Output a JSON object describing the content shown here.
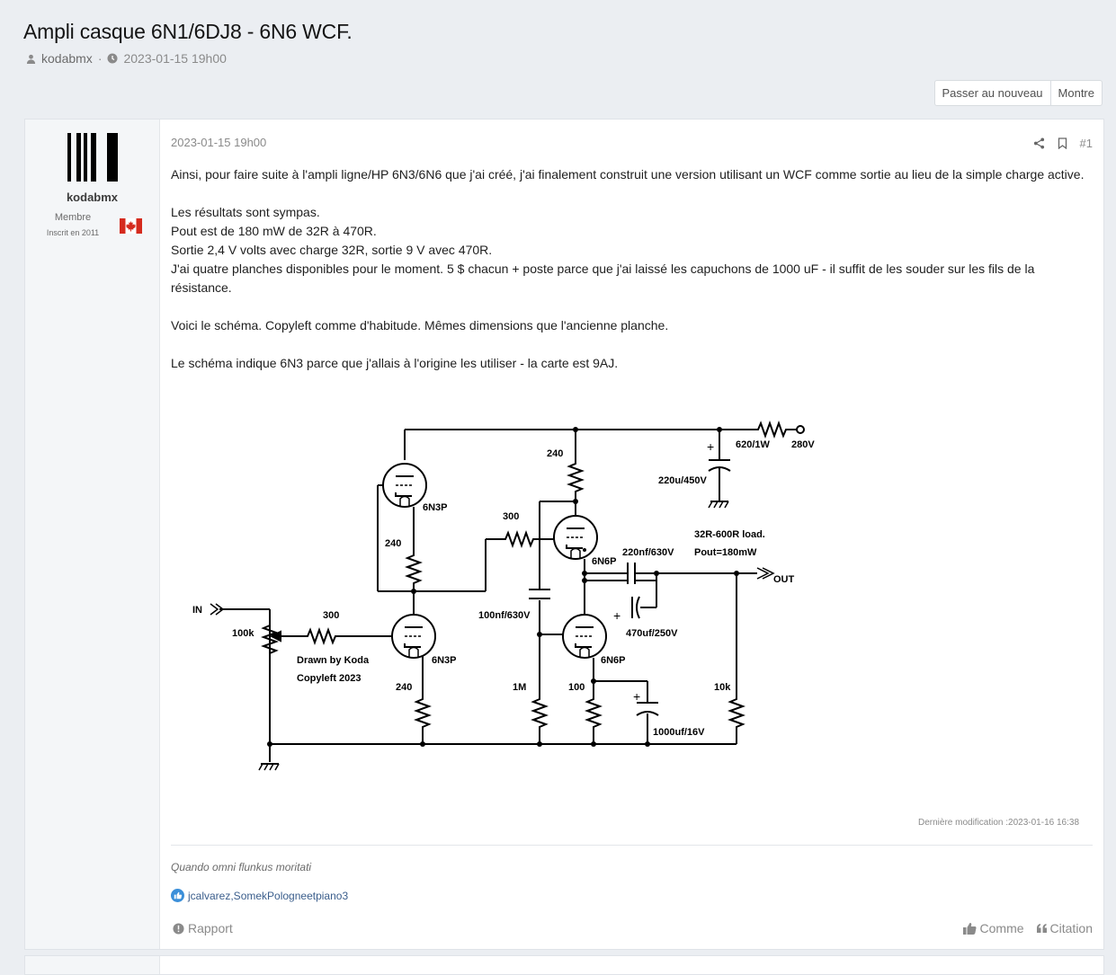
{
  "thread": {
    "title": "Ampli casque 6N1/6DJ8 - 6N6 WCF.",
    "author": "kodabmx",
    "date": "2023-01-15 19h00",
    "separator": "·"
  },
  "buttons": {
    "jump_new": "Passer au nouveau",
    "show": "Montre"
  },
  "post": {
    "username": "kodabmx",
    "role": "Membre",
    "joined": "Inscrit en 2011",
    "date": "2023-01-15 19h00",
    "number": "#1",
    "paragraphs": [
      "Ainsi, pour faire suite à l'ampli ligne/HP 6N3/6N6 que j'ai créé, j'ai finalement construit une version utilisant un WCF comme sortie au lieu de la simple charge active.",
      "Les résultats sont sympas.",
      "Pout est de 180 mW de 32R à 470R.",
      "Sortie 2,4 V volts avec charge 32R, sortie 9 V avec 470R.",
      "J'ai quatre planches disponibles pour le moment. 5 $ chacun + poste parce que j'ai laissé les capuchons de 1000 uF - il suffit de les souder sur les fils de la résistance.",
      "Voici le schéma. Copyleft comme d'habitude. Mêmes dimensions que l'ancienne planche.",
      "Le schéma indique 6N3 parce que j'allais à l'origine les utiliser - la carte est 9AJ."
    ],
    "last_edit": "Dernière modification :2023-01-16 16:38",
    "signature": "Quando omni flunkus moritati",
    "reactions": "jcalvarez,SomekPologneetpiano3",
    "report": "Rapport",
    "like": "Comme",
    "quote": "Citation"
  },
  "schematic": {
    "labels": {
      "supply": "280V",
      "r_supply": "620/1W",
      "c_supply": "220u/450V",
      "r_top": "240",
      "tube1": "6N3P",
      "r_mid": "240",
      "r_grid2": "300",
      "tube3": "6N6P",
      "c_out1": "220nf/630V",
      "load": "32R-600R load.",
      "pout": "Pout=180mW",
      "out": "OUT",
      "in": "IN",
      "pot": "100k",
      "r_grid1": "300",
      "tube2": "6N3P",
      "credit1": "Drawn by Koda",
      "credit2": "Copyleft 2023",
      "r_cath1": "240",
      "c_couple": "100nf/630V",
      "r_1m": "1M",
      "tube4": "6N6P",
      "r_100": "100",
      "c_bypass": "1000uf/16V",
      "c_out2": "470uf/250V",
      "r_10k": "10k"
    }
  },
  "colors": {
    "page_bg": "#ebeef2",
    "card_bg": "#ffffff",
    "sidebar_bg": "#f4f6f8",
    "flag_red": "#d52b1e"
  }
}
